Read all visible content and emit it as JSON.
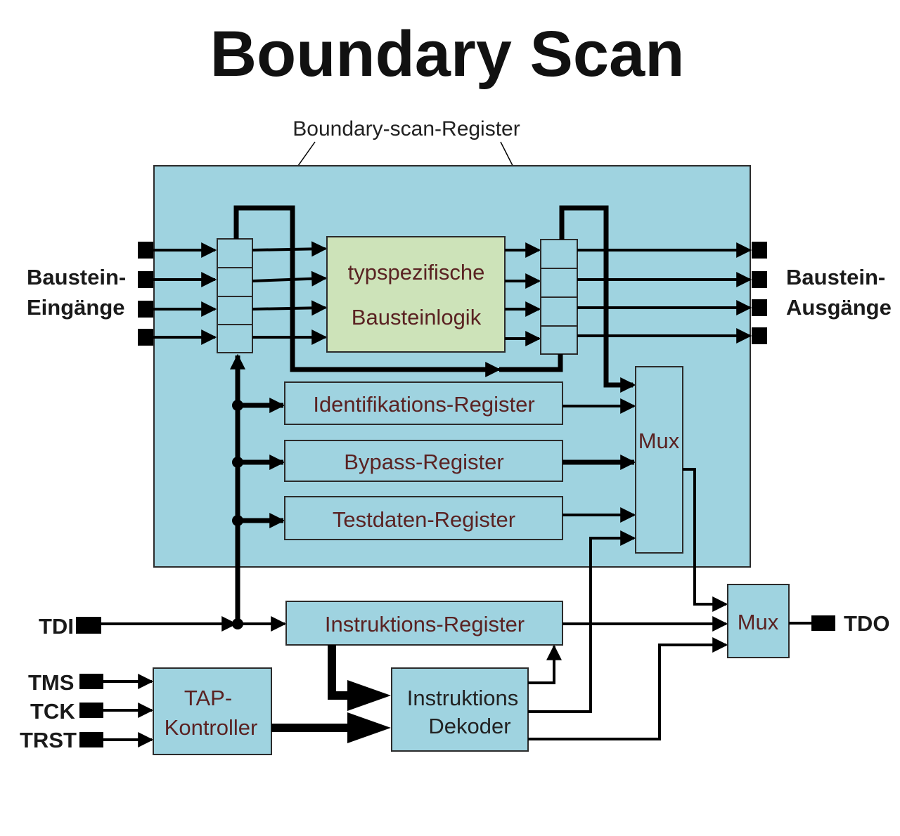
{
  "title": "Boundary Scan",
  "callout": "Boundary-scan-Register",
  "pins": {
    "inputs_label_1": "Baustein-",
    "inputs_label_2": "Eingänge",
    "outputs_label_1": "Baustein-",
    "outputs_label_2": "Ausgänge",
    "tdi": "TDI",
    "tdo": "TDO",
    "tms": "TMS",
    "tck": "TCK",
    "trst": "TRST"
  },
  "blocks": {
    "logic_line_1": "typspezifische",
    "logic_line_2": "Bausteinlogik",
    "identification_register": "Identifikations-Register",
    "bypass_register": "Bypass-Register",
    "testdata_register": "Testdaten-Register",
    "mux_inner": "Mux",
    "mux_outer": "Mux",
    "instruction_register": "Instruktions-Register",
    "tap_line_1": "TAP-",
    "tap_line_2": "Kontroller",
    "decoder_line_1": "Instruktions",
    "decoder_line_2": "Dekoder"
  },
  "colors": {
    "chip_fill": "#9fd3e0",
    "logic_fill": "#cde3b9",
    "stroke": "#000000"
  }
}
